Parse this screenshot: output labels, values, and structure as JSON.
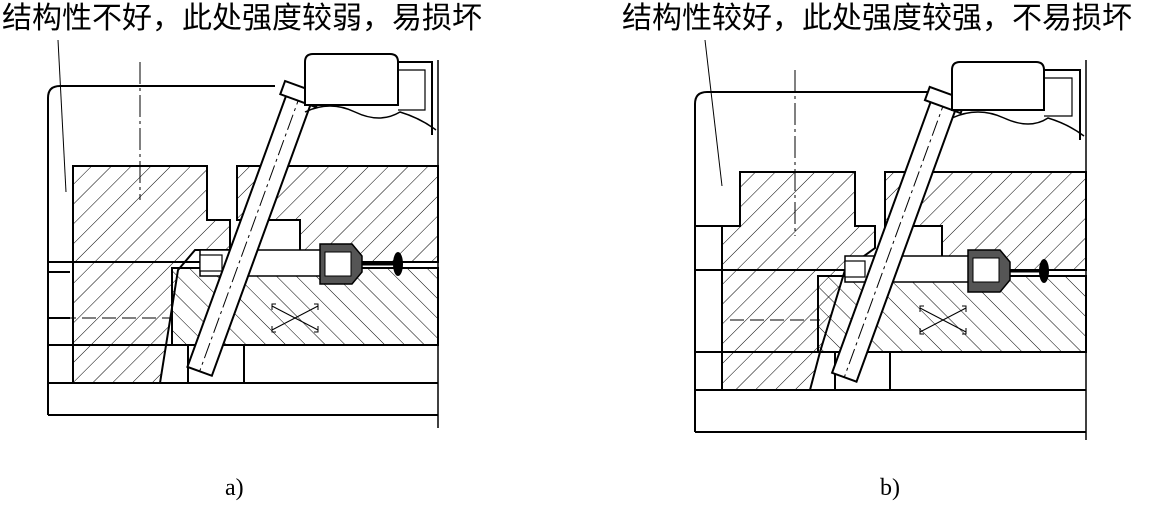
{
  "figure": {
    "panel_a": {
      "caption": "结构性不好，此处强度较弱，易损坏",
      "label": "a)"
    },
    "panel_b": {
      "caption": "结构性较好，此处强度较强，不易损坏",
      "label": "b)"
    }
  }
}
